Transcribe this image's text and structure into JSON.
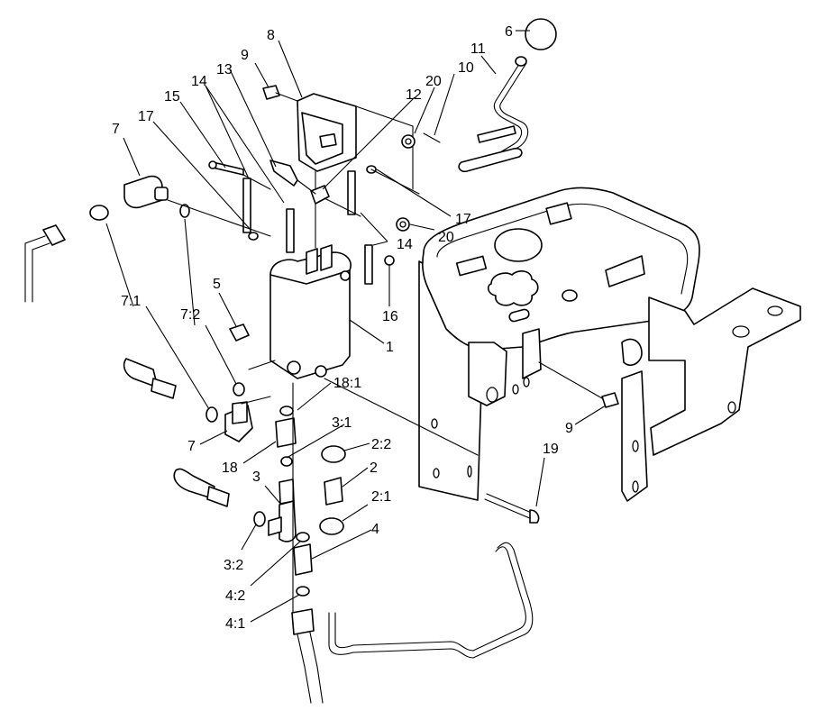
{
  "callouts": {
    "c1": "1",
    "c2": "2",
    "c2_1": "2:1",
    "c2_2": "2:2",
    "c3": "3",
    "c3_1": "3:1",
    "c3_2": "3:2",
    "c4": "4",
    "c4_1": "4:1",
    "c4_2": "4:2",
    "c5": "5",
    "c6": "6",
    "c7_top": "7",
    "c7_1": "7:1",
    "c7_2": "7:2",
    "c7_bottom": "7",
    "c8": "8",
    "c9_top": "9",
    "c9_right": "9",
    "c10": "10",
    "c11": "11",
    "c12": "12",
    "c13": "13",
    "c14_left": "14",
    "c14_right": "14",
    "c15": "15",
    "c16": "16",
    "c17_left": "17",
    "c17_right": "17",
    "c18": "18",
    "c18_1": "18:1",
    "c19": "19",
    "c20_top": "20",
    "c20_right": "20"
  }
}
